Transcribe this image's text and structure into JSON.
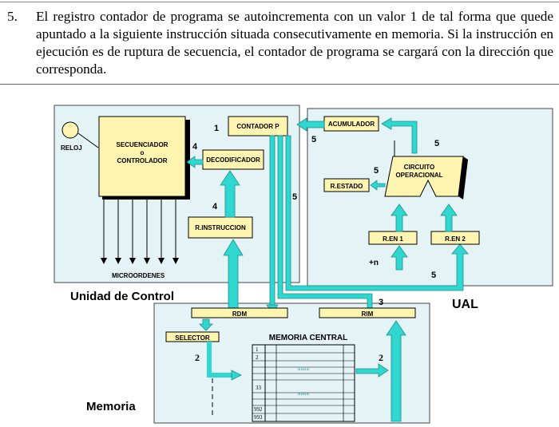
{
  "paragraph": {
    "number": "5.",
    "text": "El registro contador de programa se autoincrementa con un valor 1 de tal forma que quede apuntado a la siguiente instrucción situada consecutivamente en memoria. Si la instrucción en ejecución es de ruptura de secuencia, el contador de programa se cargará con la dirección que corresponda."
  },
  "diagram": {
    "control_unit": {
      "title": "Unidad de Control",
      "reloj": "RELOJ",
      "sequencer": [
        "SECUENCIADOR",
        "o",
        "CONTROLADOR"
      ],
      "decodificador": "DECODIFICADOR",
      "contador": "CONTADOR P",
      "r_instruccion": "R.INSTRUCCION",
      "microordenes": "MICROORDENES"
    },
    "alu": {
      "title": "UAL",
      "acumulador": "ACUMULADOR",
      "circuito": [
        "CIRCUITO",
        "OPERACIONAL"
      ],
      "r_estado": "R.ESTADO",
      "r_en1": "R.EN 1",
      "r_en2": "R.EN 2",
      "plus_n": "+n"
    },
    "memory": {
      "title": "Memoria",
      "rdm": "RDM",
      "rim": "RIM",
      "selector": "SELECTOR",
      "central": "MEMORIA CENTRAL",
      "rows": [
        "1",
        "2",
        "33",
        "992",
        "993"
      ],
      "dots": "▫▫▫▫"
    },
    "steps": {
      "s1": "1",
      "s2": "2",
      "s3": "3",
      "s4": "4",
      "s5": "5"
    }
  },
  "colors": {
    "panel": "#e3f3f6",
    "box": "#fff4b0",
    "arrow": "#2fd7d0",
    "arrow_edge": "#1f8f8a"
  }
}
